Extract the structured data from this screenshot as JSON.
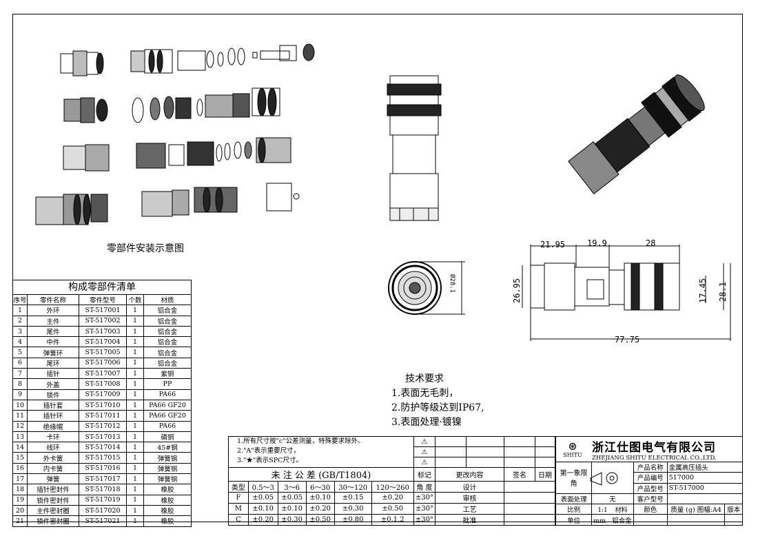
{
  "diagram_caption": "零部件安装示意图",
  "parts_table": {
    "title": "构成零部件清单",
    "headers": [
      "序号",
      "零件名称",
      "零件型号",
      "个数",
      "材质"
    ],
    "rows": [
      [
        "1",
        "外环",
        "ST-517001",
        "1",
        "铝合金"
      ],
      [
        "2",
        "主件",
        "ST-517002",
        "1",
        "铝合金"
      ],
      [
        "3",
        "尾件",
        "ST-517003",
        "1",
        "铝合金"
      ],
      [
        "4",
        "中件",
        "ST-517004",
        "1",
        "铝合金"
      ],
      [
        "5",
        "弹簧环",
        "ST-517005",
        "1",
        "铝合金"
      ],
      [
        "6",
        "尾环",
        "ST-517006",
        "1",
        "铝合金"
      ],
      [
        "7",
        "插针",
        "ST-517007",
        "1",
        "紫铜"
      ],
      [
        "8",
        "外盖",
        "ST-517008",
        "1",
        "PP"
      ],
      [
        "9",
        "锁件",
        "ST-517009",
        "1",
        "PA66"
      ],
      [
        "10",
        "插针套",
        "ST-517010",
        "1",
        "PA66 GF20"
      ],
      [
        "11",
        "插针环",
        "ST-517011",
        "1",
        "PA66 GF20"
      ],
      [
        "12",
        "绝缘帽",
        "ST-517012",
        "1",
        "PA66"
      ],
      [
        "13",
        "卡环",
        "ST-517013",
        "1",
        "磷铜"
      ],
      [
        "14",
        "线环",
        "ST-517014",
        "1",
        "45#钢"
      ],
      [
        "15",
        "外卡簧",
        "ST-517015",
        "1",
        "弹簧钢"
      ],
      [
        "16",
        "内卡簧",
        "ST-517016",
        "1",
        "弹簧钢"
      ],
      [
        "17",
        "弹簧",
        "ST-517017",
        "1",
        "弹簧钢"
      ],
      [
        "18",
        "插针密封件",
        "ST-517018",
        "1",
        "橡胶"
      ],
      [
        "19",
        "锁件密封件",
        "ST-517019",
        "1",
        "橡胶"
      ],
      [
        "20",
        "主件密封圈",
        "ST-517020",
        "1",
        "橡胶"
      ],
      [
        "21",
        "锁件密封圈",
        "ST-517021",
        "1",
        "橡胶"
      ]
    ]
  },
  "dimensions": {
    "front_diameter": "Ø28.1",
    "d_21_95": "21.95",
    "d_19_9": "19.9",
    "d_28": "28",
    "d_26_95": "26.95",
    "d_17_45": "17.45",
    "d_28_1": "28.1",
    "d_77_75": "77.75"
  },
  "tech_requirements": {
    "title": "技术要求",
    "items": [
      "1.表面无毛刺，",
      "2.防护等级达到IP67,",
      "3.表面处理·镀镍"
    ]
  },
  "notes": {
    "n1": "1.所有尺寸按\"c\"公差测量，特殊要求除外。",
    "n2": "2.\"A\"表示重要尺寸，",
    "n3": "3.\"★\"表示SPC尺寸。",
    "tolerance_title": "未 注 公 差 (GB/T1804)"
  },
  "tolerance": {
    "headers": [
      "类型",
      "0.5～3",
      "3～6",
      "6～30",
      "30～120",
      "120～260",
      "角 度"
    ],
    "rows": [
      [
        "F",
        "±0.05",
        "±0.05",
        "±0.10",
        "±0.15",
        "±0.20",
        "±30°"
      ],
      [
        "M",
        "±0.10",
        "±0.10",
        "±0.20",
        "±0.30",
        "±0.50",
        "±30°"
      ],
      [
        "C",
        "±0.20",
        "±0.30",
        "±0.50",
        "±0.80",
        "±0.1.2",
        "±30°"
      ]
    ]
  },
  "revision": {
    "mark": "标记",
    "change": "更改内容",
    "sign": "签名",
    "date": "日期",
    "design": "设计",
    "review": "审核",
    "process": "工艺",
    "approve": "批准"
  },
  "company": {
    "name_cn": "浙江仕图电气有限公司",
    "logo_text": "SHITU",
    "name_en": "ZHEJIANG SHITU ELECTRICAL CO.,LTD."
  },
  "title_block": {
    "projection": "第一象限角",
    "product_name_label": "产品名称",
    "product_name": "金属高压插头",
    "product_code_label": "产品编号",
    "product_code": "517000",
    "product_model_label": "产品型号",
    "product_model": "ST-517000",
    "surface_label": "表面处理",
    "surface": "无",
    "customer_model_label": "客户型号",
    "scale_label": "比例",
    "scale": "1:1",
    "material_label": "材料",
    "color_label": "颜色",
    "mass_label": "质量 (g)",
    "sheet_label": "图幅:A4",
    "version_label": "版本",
    "unit_label": "单位",
    "unit": "mm",
    "material": "铝合金"
  }
}
